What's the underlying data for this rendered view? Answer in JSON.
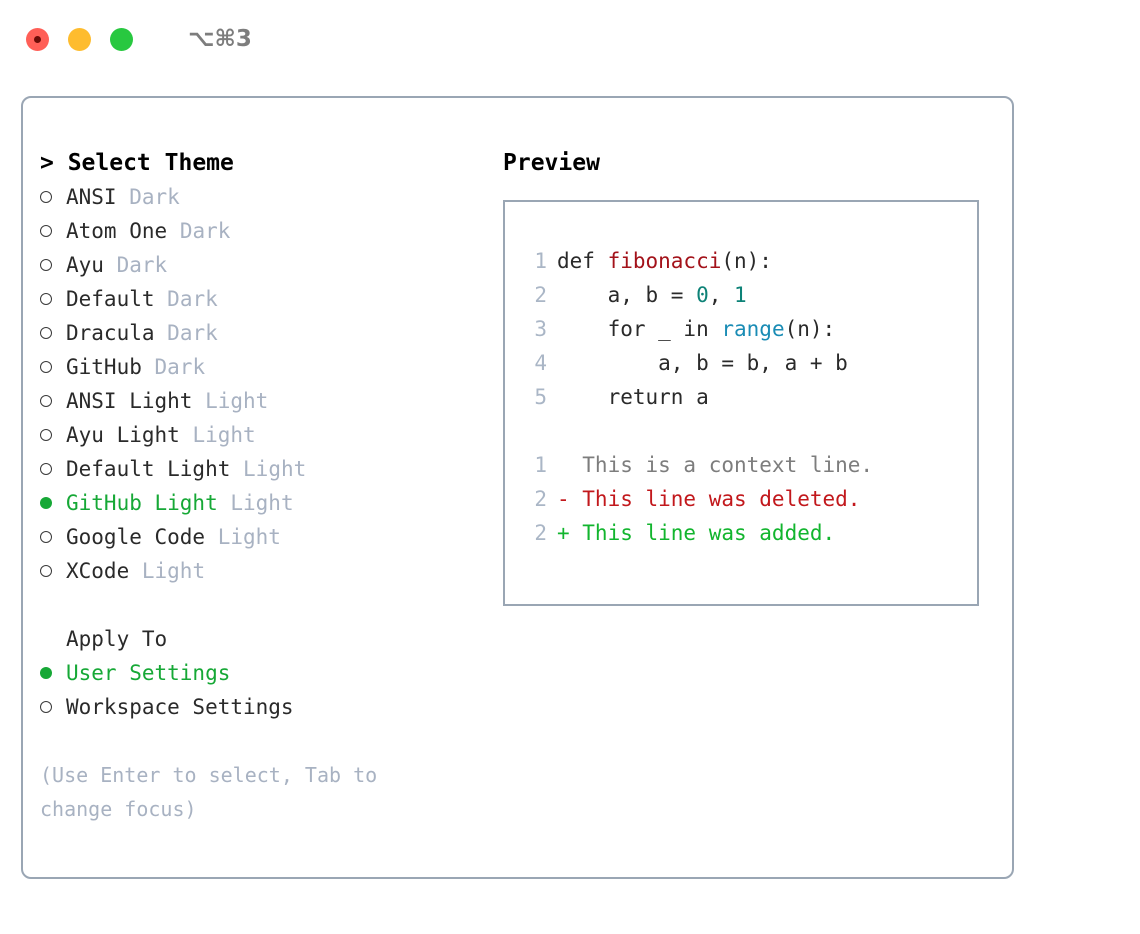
{
  "window": {
    "title": "⌥⌘3",
    "traffic_lights": [
      "close-red",
      "minimize-yellow",
      "maximize-green"
    ]
  },
  "theme_panel": {
    "header": "> Select Theme",
    "items": [
      {
        "marker": "hollow",
        "label": "ANSI",
        "tag": "Dark",
        "selected": false
      },
      {
        "marker": "hollow",
        "label": "Atom One",
        "tag": "Dark",
        "selected": false
      },
      {
        "marker": "hollow",
        "label": "Ayu",
        "tag": "Dark",
        "selected": false
      },
      {
        "marker": "hollow",
        "label": "Default",
        "tag": "Dark",
        "selected": false
      },
      {
        "marker": "hollow",
        "label": "Dracula",
        "tag": "Dark",
        "selected": false
      },
      {
        "marker": "hollow",
        "label": "GitHub",
        "tag": "Dark",
        "selected": false
      },
      {
        "marker": "hollow",
        "label": "ANSI Light",
        "tag": "Light",
        "selected": false
      },
      {
        "marker": "hollow",
        "label": "Ayu Light",
        "tag": "Light",
        "selected": false
      },
      {
        "marker": "hollow",
        "label": "Default Light",
        "tag": "Light",
        "selected": false
      },
      {
        "marker": "filled",
        "label": "GitHub Light",
        "tag": "Light",
        "selected": true
      },
      {
        "marker": "hollow",
        "label": "Google Code",
        "tag": "Light",
        "selected": false
      },
      {
        "marker": "hollow",
        "label": "XCode",
        "tag": "Light",
        "selected": false
      }
    ]
  },
  "apply_to": {
    "header": "Apply To",
    "items": [
      {
        "marker": "filled",
        "label": "User Settings",
        "selected": true
      },
      {
        "marker": "hollow",
        "label": "Workspace Settings",
        "selected": false
      }
    ]
  },
  "hint": "(Use Enter to select, Tab to change focus)",
  "preview": {
    "title": "Preview",
    "code_lines": [
      {
        "num": "1",
        "tokens": [
          {
            "t": "def ",
            "c": "plain"
          },
          {
            "t": "fibonacci",
            "c": "fn"
          },
          {
            "t": "(n):",
            "c": "plain"
          }
        ]
      },
      {
        "num": "2",
        "tokens": [
          {
            "t": "    a, b = ",
            "c": "plain"
          },
          {
            "t": "0",
            "c": "num"
          },
          {
            "t": ", ",
            "c": "plain"
          },
          {
            "t": "1",
            "c": "num"
          }
        ]
      },
      {
        "num": "3",
        "tokens": [
          {
            "t": "    for _ in ",
            "c": "plain"
          },
          {
            "t": "range",
            "c": "call"
          },
          {
            "t": "(n):",
            "c": "plain"
          }
        ]
      },
      {
        "num": "4",
        "tokens": [
          {
            "t": "        a, b = b, a + b",
            "c": "plain"
          }
        ]
      },
      {
        "num": "5",
        "tokens": [
          {
            "t": "    return a",
            "c": "plain"
          }
        ]
      }
    ],
    "diff_lines": [
      {
        "num": "1",
        "text": "  This is a context line.",
        "kind": "ctx"
      },
      {
        "num": "2",
        "text": "- This line was deleted.",
        "kind": "del"
      },
      {
        "num": "2",
        "text": "+ This line was added.",
        "kind": "add"
      }
    ]
  },
  "colors": {
    "accent_green": "#16a836",
    "border": "#9aa6b4",
    "muted": "#a8b2c2",
    "fn_red": "#a3121a",
    "num_teal": "#0d8277",
    "call_blue": "#1a8cb5",
    "diff_del": "#c2181c",
    "diff_add": "#12b52e"
  }
}
